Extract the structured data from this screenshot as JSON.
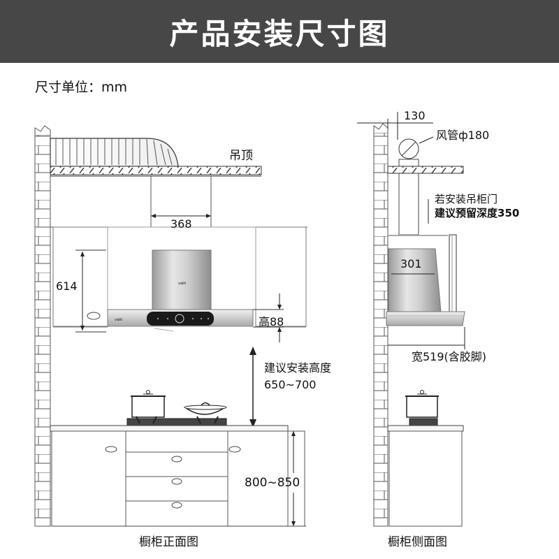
{
  "header": {
    "title": "产品安装尺寸图"
  },
  "unit_label": "尺寸单位：mm",
  "front_view": {
    "caption": "橱柜正面图",
    "ceiling_label": "吊顶",
    "dim_width_368": "368",
    "dim_height_614": "614",
    "dim_height_88": "高88",
    "install_height_label_1": "建议安装高度",
    "install_height_label_2": "650~700",
    "cabinet_height": "800~850"
  },
  "side_view": {
    "caption": "橱柜侧面图",
    "dim_130": "130",
    "duct_label": "风管ф180",
    "cabinet_door_note_1": "若安装吊柜门",
    "cabinet_door_note_2": "建议预留深度350",
    "dim_301": "301",
    "width_label": "宽519(含胶脚)"
  },
  "colors": {
    "header_bg": "#474747",
    "hood_gray": "#b8b8b8",
    "panel_black": "#1a1a1a"
  }
}
